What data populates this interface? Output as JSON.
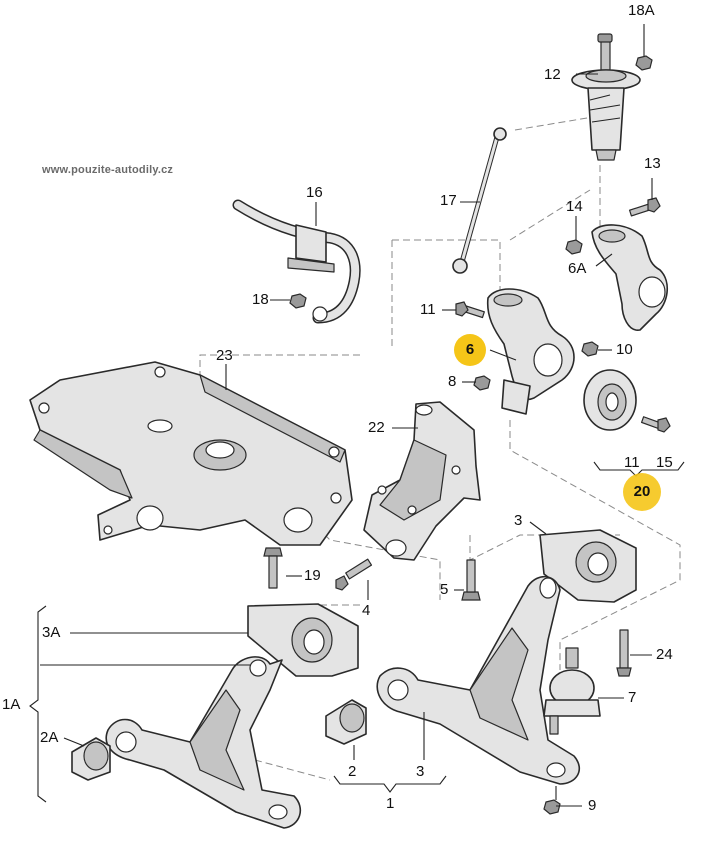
{
  "watermark": "www.pouzite-autodily.cz",
  "colors": {
    "part_fill": "#e4e4e4",
    "part_shade": "#c4c4c4",
    "part_stroke": "#2a2a2a",
    "leader": "#222222",
    "guide_dash": "#8a8a8a",
    "highlight": "#f5c518"
  },
  "callouts": {
    "c18A": "18A",
    "c12": "12",
    "c13": "13",
    "c14": "14",
    "c6A": "6A",
    "c16": "16",
    "c17": "17",
    "c18": "18",
    "c11top": "11",
    "c6": "6",
    "c10": "10",
    "c8": "8",
    "c23": "23",
    "c22": "22",
    "c11bottom": "11",
    "c15": "15",
    "c20": "20",
    "c3top": "3",
    "c19": "19",
    "c5": "5",
    "c4": "4",
    "c3A": "3A",
    "c24": "24",
    "c1A": "1A",
    "c7": "7",
    "c2A": "2A",
    "c2": "2",
    "c3bottom": "3",
    "c1": "1",
    "c9": "9"
  }
}
